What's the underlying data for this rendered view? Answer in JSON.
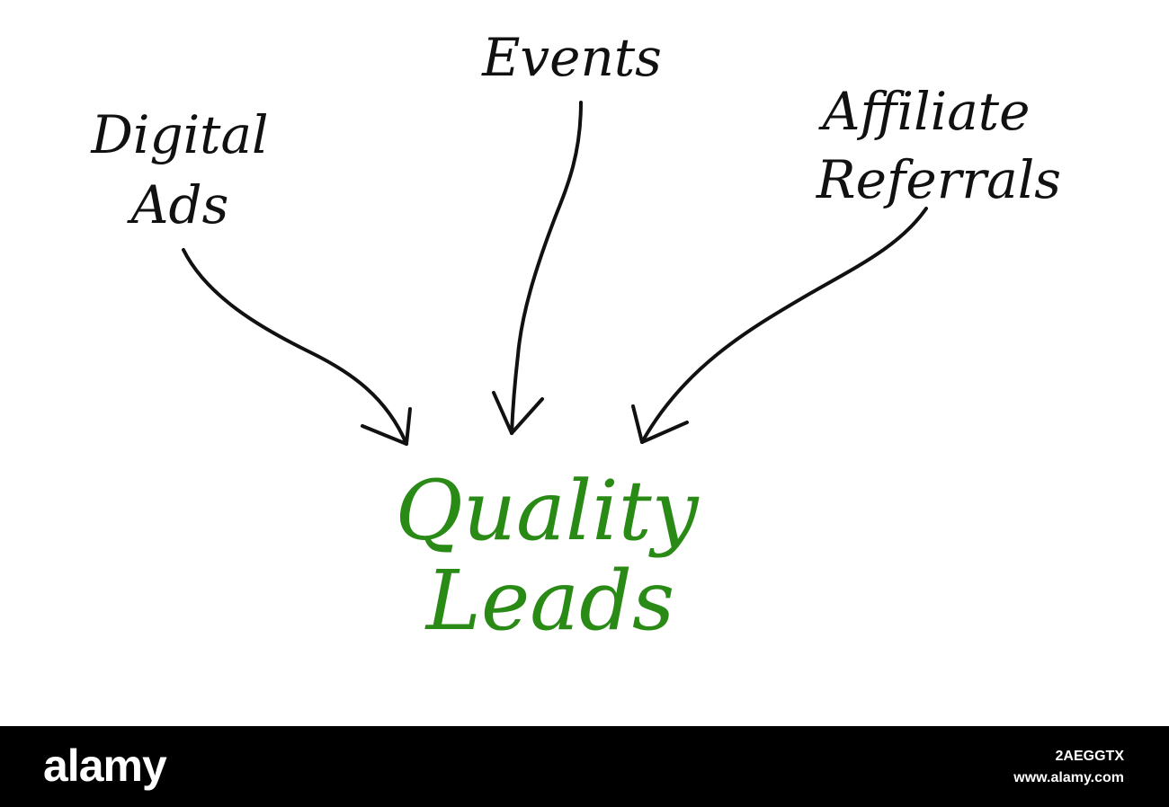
{
  "diagram": {
    "sources": [
      {
        "lines": [
          "Digital",
          "Ads"
        ]
      },
      {
        "lines": [
          "Events"
        ]
      },
      {
        "lines": [
          "Affiliate",
          "Referrals"
        ]
      }
    ],
    "target": {
      "lines": [
        "Quality",
        "Leads"
      ],
      "color": "#2a8a16"
    },
    "text_color": "#111111"
  },
  "watermark": {
    "brand": "alamy",
    "image_id": "2AEGGTX",
    "site": "www.alamy.com",
    "background": "#000000"
  }
}
